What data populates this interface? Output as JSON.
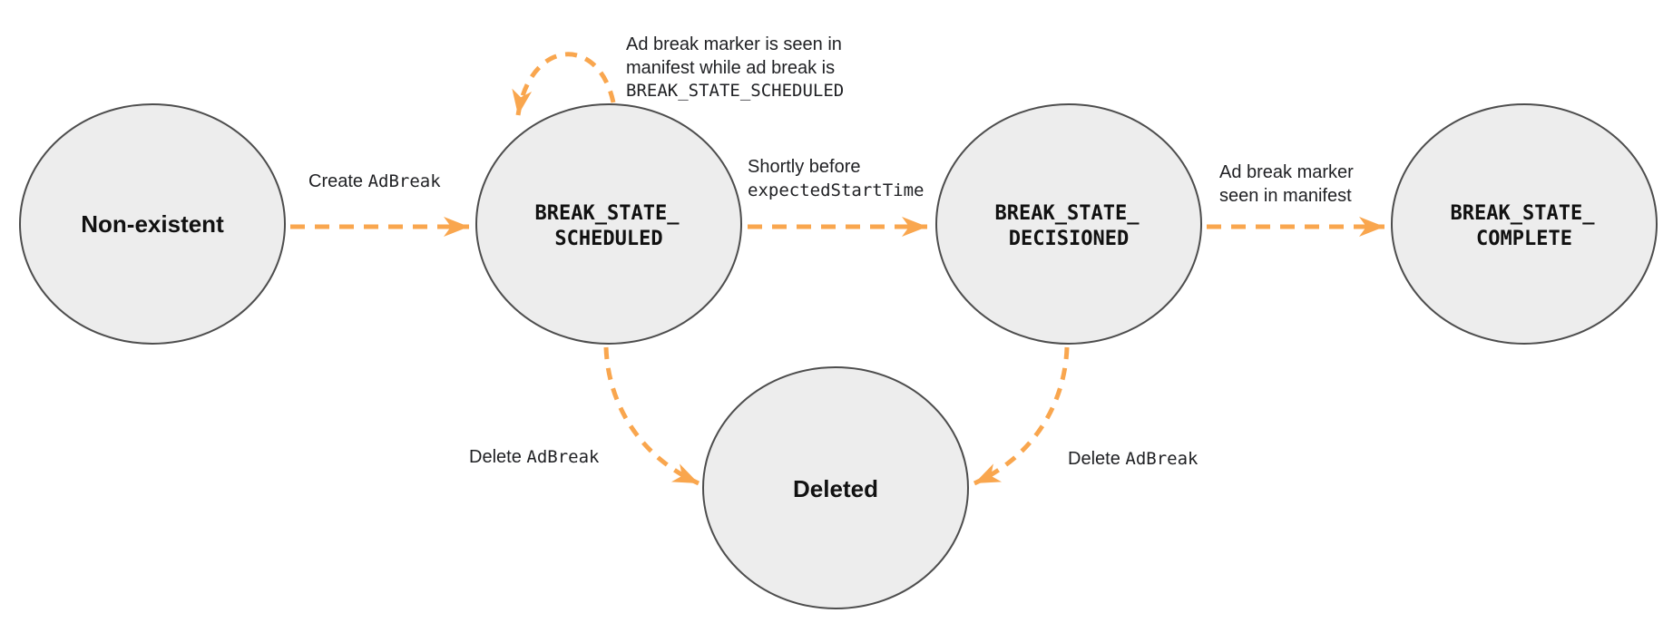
{
  "diagram": {
    "kind": "state-diagram",
    "colors": {
      "arrow": "#F9A64E",
      "node_fill": "#EDEDED",
      "node_border": "#4D4D4D",
      "text": "#202124"
    },
    "nodes": [
      {
        "id": "non-existent",
        "label": "Non-existent"
      },
      {
        "id": "break-state-scheduled",
        "label_line1": "BREAK_STATE_",
        "label_line2": "SCHEDULED"
      },
      {
        "id": "break-state-decisioned",
        "label_line1": "BREAK_STATE_",
        "label_line2": "DECISIONED"
      },
      {
        "id": "break-state-complete",
        "label_line1": "BREAK_STATE_",
        "label_line2": "COMPLETE"
      },
      {
        "id": "deleted",
        "label": "Deleted"
      }
    ],
    "edges": {
      "create": {
        "from": "non-existent",
        "to": "break-state-scheduled",
        "label_plain": "Create ",
        "label_code": "AdBreak"
      },
      "self_loop": {
        "from": "break-state-scheduled",
        "to": "break-state-scheduled",
        "line1": "Ad break marker is seen in",
        "line2": "manifest while ad break is",
        "line3_code": "BREAK_STATE_SCHEDULED"
      },
      "decision": {
        "from": "break-state-scheduled",
        "to": "break-state-decisioned",
        "line1": "Shortly before",
        "line2_code": "expectedStartTime"
      },
      "complete": {
        "from": "break-state-decisioned",
        "to": "break-state-complete",
        "line1": "Ad break marker",
        "line2": "seen in manifest"
      },
      "delete_from_scheduled": {
        "from": "break-state-scheduled",
        "to": "deleted",
        "label_plain": "Delete ",
        "label_code": "AdBreak"
      },
      "delete_from_decisioned": {
        "from": "break-state-decisioned",
        "to": "deleted",
        "label_plain": "Delete ",
        "label_code": "AdBreak"
      }
    }
  }
}
